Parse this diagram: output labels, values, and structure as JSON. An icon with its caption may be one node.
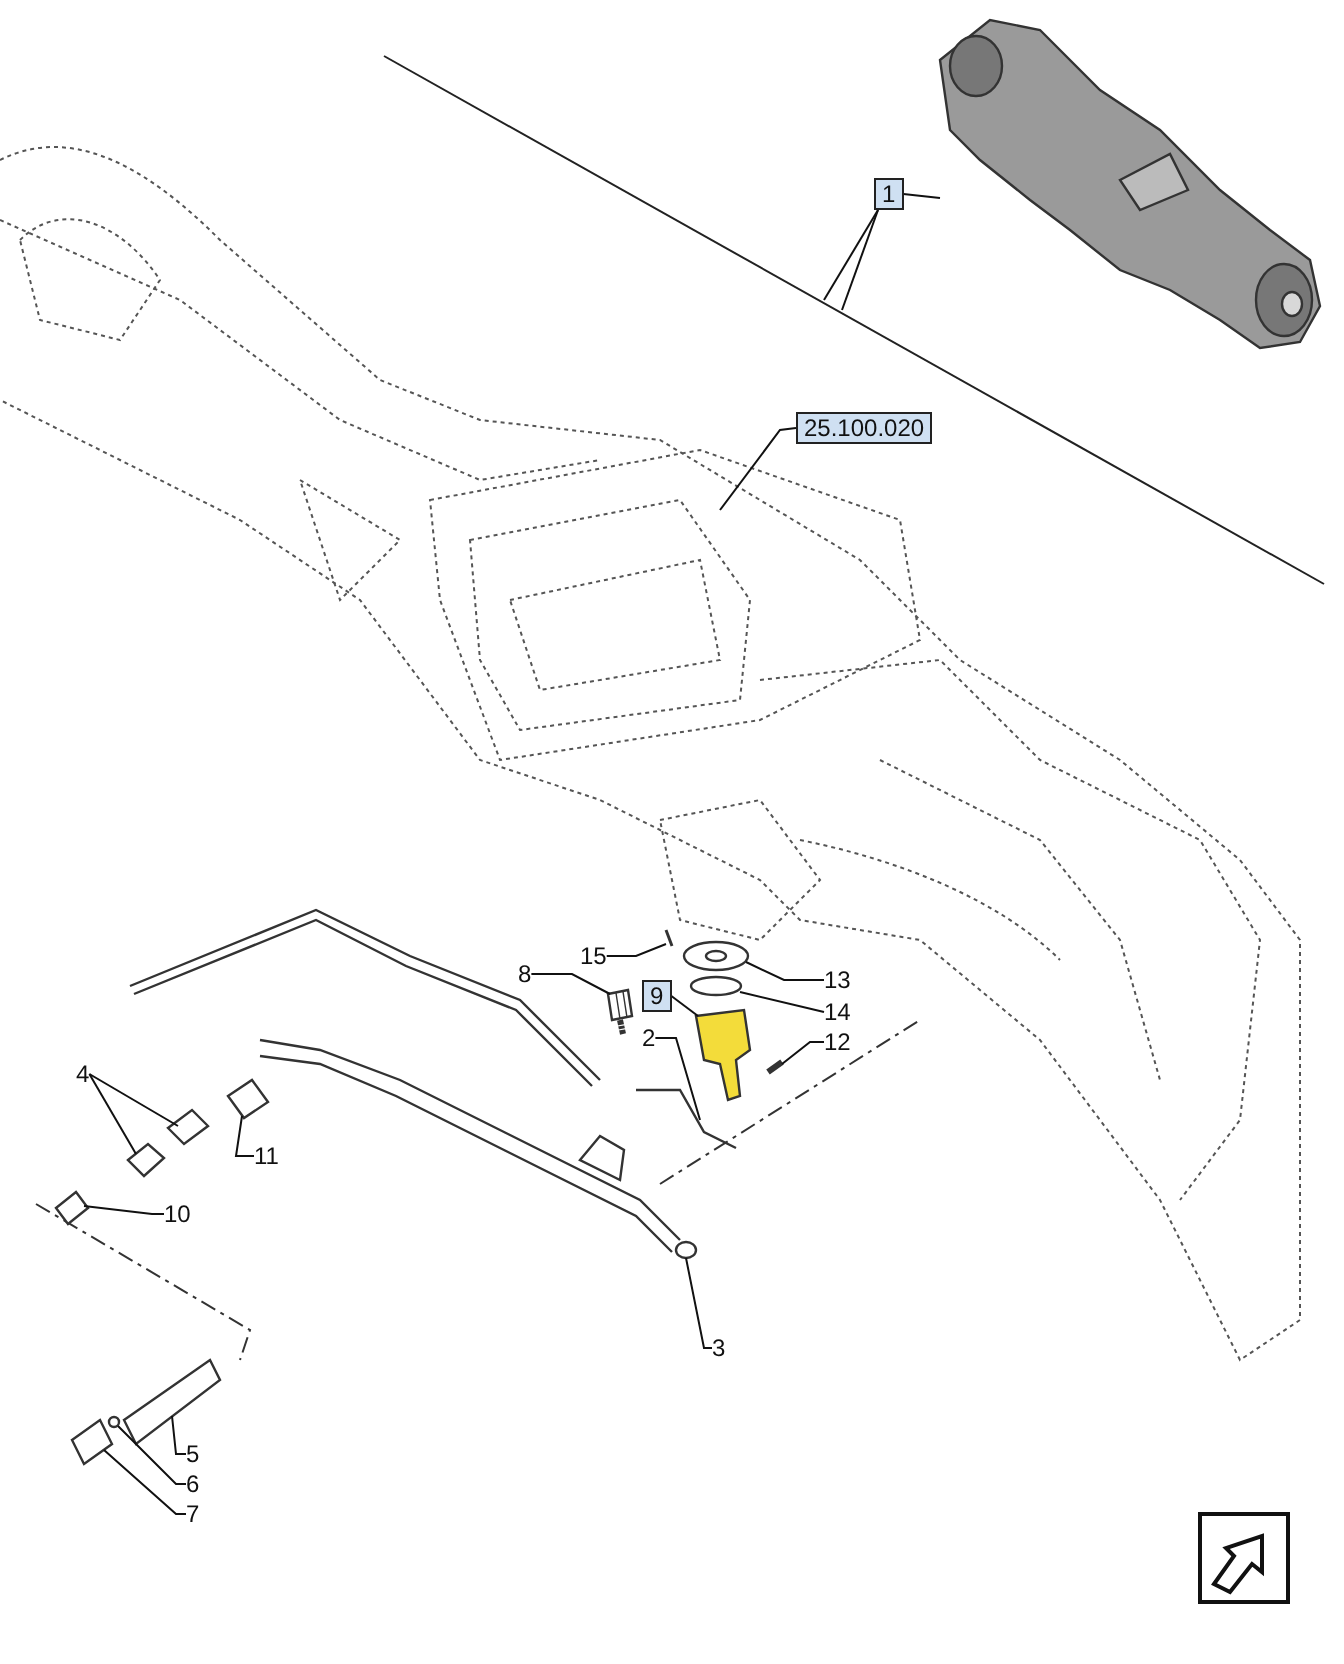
{
  "diagram": {
    "nodes": [
      {
        "text": [
          "1"
        ]
      },
      {
        "text": [
          "25.100.020"
        ]
      },
      {
        "text": [
          "15"
        ]
      },
      {
        "text": [
          "8"
        ]
      },
      {
        "text": [
          "9"
        ]
      },
      {
        "text": [
          "2"
        ]
      },
      {
        "text": [
          "13"
        ]
      },
      {
        "text": [
          "14"
        ]
      },
      {
        "text": [
          "12"
        ]
      },
      {
        "text": [
          "4"
        ]
      },
      {
        "text": [
          "11"
        ]
      },
      {
        "text": [
          "10"
        ]
      },
      {
        "text": [
          "3"
        ]
      },
      {
        "text": [
          "5"
        ]
      },
      {
        "text": [
          "6"
        ]
      },
      {
        "text": [
          "7"
        ]
      },
      {
        "text": [],
        "shape": "picture"
      },
      {
        "text": [],
        "shape": "picture"
      },
      {
        "text": [],
        "shape": "picture"
      },
      {
        "text": [],
        "shape": "picture"
      },
      {
        "text": [],
        "shape": "picture"
      },
      {
        "text": [],
        "shape": "picture"
      },
      {
        "text": [],
        "shape": "circle"
      },
      {
        "text": [],
        "shape": "picture"
      },
      {
        "text": [],
        "shape": "picture"
      },
      {
        "text": [],
        "shape": "picture"
      },
      {
        "text": [],
        "shape": "picture"
      },
      {
        "text": [],
        "shape": "picture"
      },
      {
        "text": [],
        "shape": "picture"
      },
      {
        "text": [],
        "shape": "picture"
      },
      {
        "text": [],
        "shape": "circle"
      },
      {
        "text": [],
        "shape": "picture"
      }
    ],
    "edges": [
      {
        "from": 0,
        "to": 16,
        "arrow": "none"
      },
      {
        "from": 0,
        "to": null,
        "arrow": "none"
      },
      {
        "from": 0,
        "to": null,
        "arrow": "none"
      },
      {
        "from": 1,
        "to": null,
        "arrow": "none"
      },
      {
        "from": 2,
        "to": 17,
        "arrow": "none"
      },
      {
        "from": 3,
        "to": 18,
        "arrow": "none"
      },
      {
        "from": 4,
        "to": 19,
        "arrow": "none"
      },
      {
        "from": 5,
        "to": 20,
        "arrow": "none"
      },
      {
        "from": 6,
        "to": 21,
        "arrow": "none"
      },
      {
        "from": 7,
        "to": 22,
        "arrow": "none"
      },
      {
        "from": 8,
        "to": 23,
        "arrow": "none"
      },
      {
        "from": 9,
        "to": 24,
        "arrow": "none"
      },
      {
        "from": 9,
        "to": 25,
        "arrow": "none"
      },
      {
        "from": 10,
        "to": 26,
        "arrow": "none"
      },
      {
        "from": 11,
        "to": 27,
        "arrow": "none"
      },
      {
        "from": 12,
        "to": 28,
        "arrow": "none"
      },
      {
        "from": 13,
        "to": 29,
        "arrow": "none"
      },
      {
        "from": 14,
        "to": 30,
        "arrow": "none"
      },
      {
        "from": 15,
        "to": 31,
        "arrow": "none"
      }
    ]
  }
}
